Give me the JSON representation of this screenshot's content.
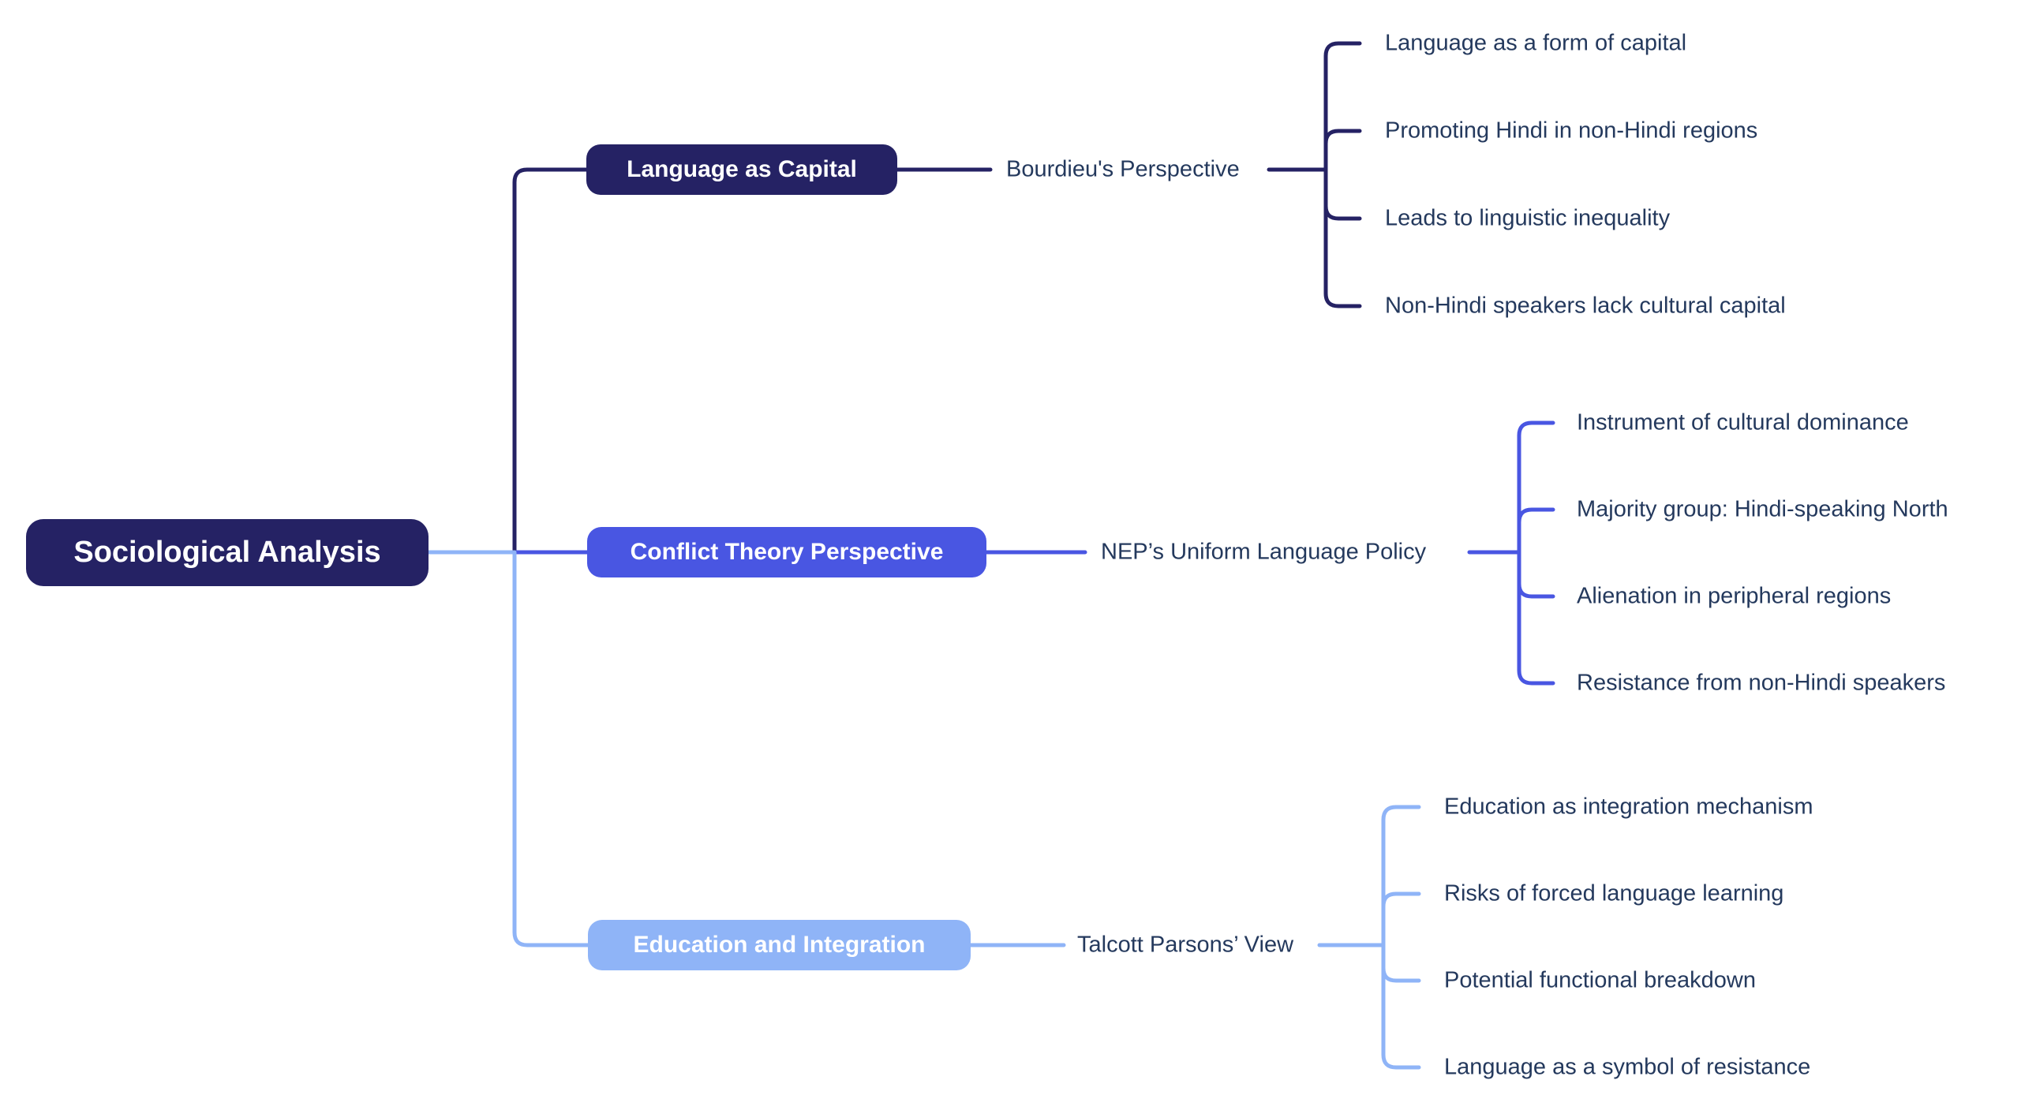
{
  "diagram_type": "mindmap",
  "colors": {
    "background": "#ffffff",
    "dark_navy": "#252264",
    "indigo": "#4956e2",
    "light_blue": "#8fb4f7",
    "node_text": "#ffffff",
    "label_text": "#24395d"
  },
  "root": {
    "label": "Sociological Analysis"
  },
  "branches": [
    {
      "label": "Language as Capital",
      "color": "#252264",
      "sub_label": "Bourdieu's Perspective",
      "leaves": [
        "Language as a form of capital",
        "Promoting Hindi in non-Hindi regions",
        "Leads to linguistic inequality",
        "Non-Hindi speakers lack cultural capital"
      ]
    },
    {
      "label": "Conflict Theory Perspective",
      "color": "#4956e2",
      "sub_label": "NEP’s Uniform Language Policy",
      "leaves": [
        "Instrument of cultural dominance",
        "Majority group: Hindi-speaking North",
        "Alienation in peripheral regions",
        "Resistance from non-Hindi speakers"
      ]
    },
    {
      "label": "Education and Integration",
      "color": "#8fb4f7",
      "sub_label": "Talcott Parsons’ View",
      "leaves": [
        "Education as integration mechanism",
        "Risks of forced language learning",
        "Potential functional breakdown",
        "Language as a symbol of resistance"
      ]
    }
  ]
}
